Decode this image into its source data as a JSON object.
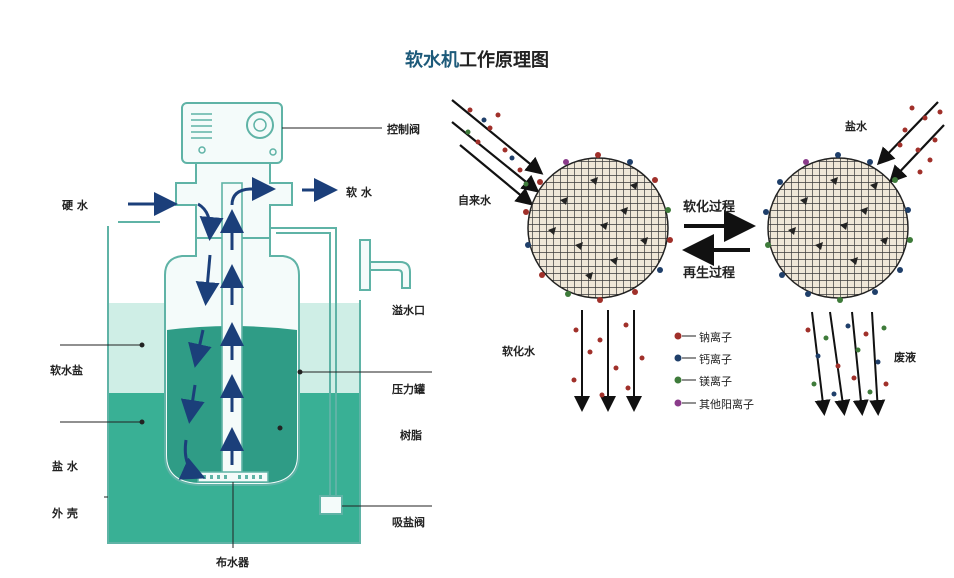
{
  "title": {
    "highlight": "软水机",
    "rest": "工作原理图"
  },
  "left_labels": {
    "control_valve": "控制阀",
    "hard_water": "硬 水",
    "soft_water_out": "软 水",
    "overflow": "溢水口",
    "softener_salt": "软水盐",
    "pressure_tank": "压力罐",
    "resin": "树脂",
    "brine": "盐 水",
    "outer_tank": "外 壳",
    "brine_valve": "吸盐阀",
    "distributor": "布水器"
  },
  "right_labels": {
    "tap_water": "自来水",
    "brine_in": "盐水",
    "softening": "软化过程",
    "regeneration": "再生过程",
    "softened_water": "软化水",
    "waste": "废液"
  },
  "legend": [
    {
      "label": "钠离子",
      "color": "#a0302a"
    },
    {
      "label": "钙离子",
      "color": "#1f3f6a"
    },
    {
      "label": "镁离子",
      "color": "#3e7b3a"
    },
    {
      "label": "其他阳离子",
      "color": "#8a3b8a"
    }
  ]
}
